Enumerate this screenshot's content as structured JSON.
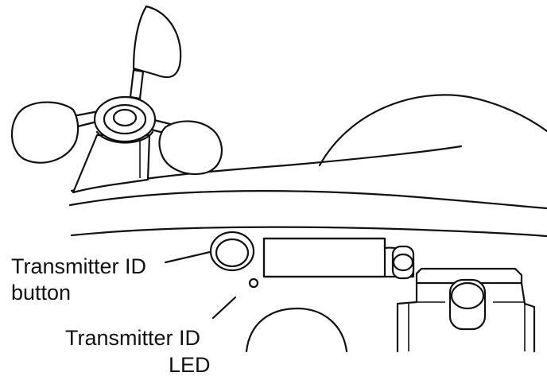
{
  "labels": {
    "button_line1": "Transmitter ID",
    "button_line2": "button",
    "led_line1": "Transmitter ID",
    "led_line2": "LED"
  },
  "colors": {
    "stroke": "#111111",
    "background": "#ffffff"
  }
}
